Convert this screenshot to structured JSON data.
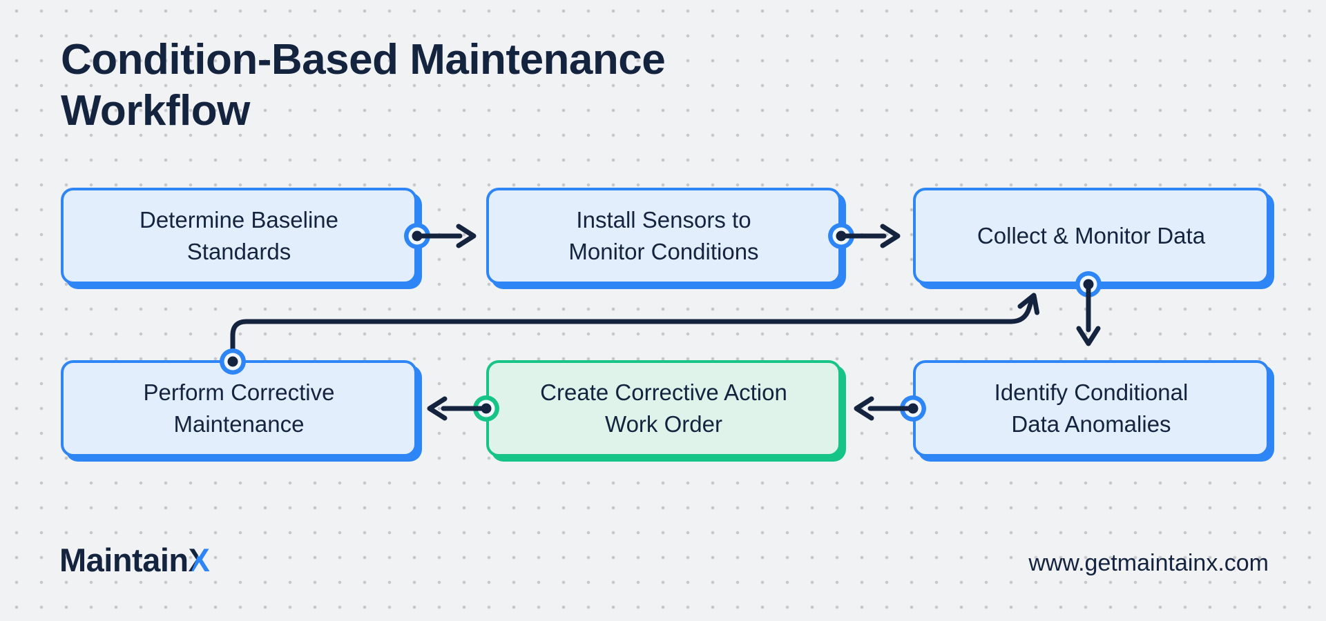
{
  "title": {
    "lines": [
      "Condition-Based Maintenance",
      "Workflow"
    ]
  },
  "workflow": {
    "steps": [
      {
        "id": "determine-baseline",
        "label": "Determine Baseline\nStandards",
        "color": "blue"
      },
      {
        "id": "install-sensors",
        "label": "Install Sensors to\nMonitor Conditions",
        "color": "blue"
      },
      {
        "id": "collect-monitor",
        "label": "Collect & Monitor Data",
        "color": "blue"
      },
      {
        "id": "perform-maintenance",
        "label": "Perform Corrective\nMaintenance",
        "color": "blue"
      },
      {
        "id": "create-work-order",
        "label": "Create Corrective Action\nWork Order",
        "color": "green"
      },
      {
        "id": "identify-anomalies",
        "label": "Identify Conditional\nData Anomalies",
        "color": "blue"
      }
    ],
    "connections": [
      "determine-baseline -> install-sensors",
      "install-sensors -> collect-monitor",
      "collect-monitor -> identify-anomalies",
      "identify-anomalies -> create-work-order",
      "create-work-order -> perform-maintenance",
      "perform-maintenance -> collect-monitor"
    ]
  },
  "footer": {
    "logo_maintain": "Maintain",
    "logo_x": "X",
    "website": "www.getmaintainx.com"
  },
  "colors": {
    "navy": "#14233E",
    "accent_blue": "#2E86F6",
    "accent_green": "#16C487",
    "box_blue_fill": "#E2EEFC",
    "box_green_fill": "#DFF3EA",
    "background": "#F1F2F4",
    "dot": "#C6C8CC"
  }
}
